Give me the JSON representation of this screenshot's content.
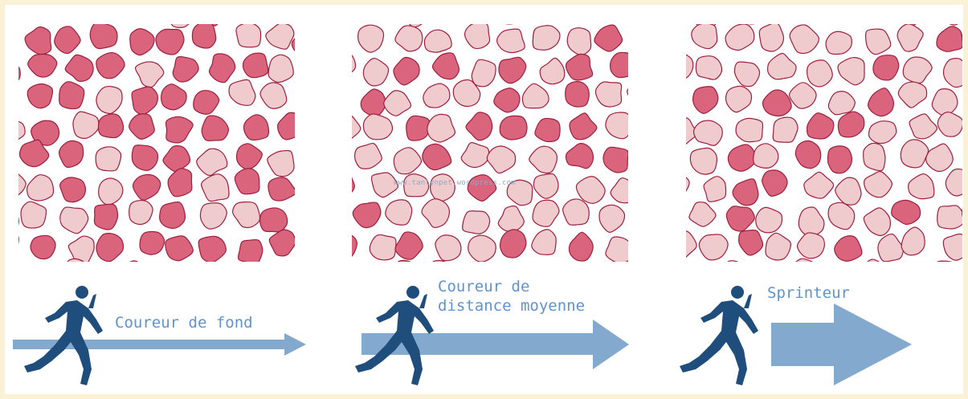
{
  "colors": {
    "fiber_fast": "#d9647b",
    "fiber_slow": "#efcbce",
    "fiber_outline": "#9c1f3e",
    "runner": "#1f4d7c",
    "arrow": "#84a9cf",
    "label_text": "#5f94cc",
    "background": "#fbf1d4"
  },
  "panels": [
    {
      "id": "long",
      "fast_fiber_share": "high"
    },
    {
      "id": "middle",
      "fast_fiber_share": "medium"
    },
    {
      "id": "sprint",
      "fast_fiber_share": "low"
    }
  ],
  "watermark": "www.tanlynpet.wordpress.com",
  "labels": {
    "long_distance": "Coureur de fond",
    "middle_distance_line1": "Coureur de",
    "middle_distance_line2": "distance moyenne",
    "sprinter": "Sprinteur"
  },
  "icons": [
    "runner-icon",
    "arrow-icon"
  ]
}
